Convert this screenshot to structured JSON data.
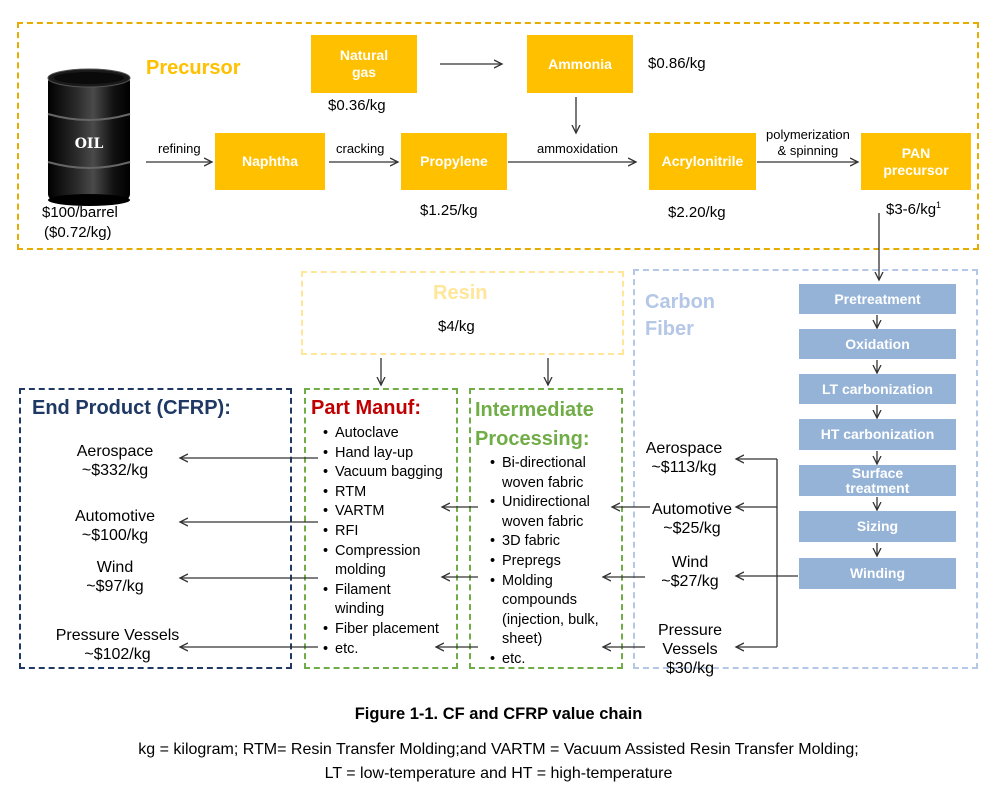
{
  "precursor": {
    "title": "Precursor",
    "oil_label": "OIL",
    "oil_price": "$100/barrel",
    "oil_price_kg": "($0.72/kg)",
    "refining": "refining",
    "naphtha": "Naphtha",
    "cracking": "cracking",
    "propylene": "Propylene",
    "propylene_price": "$1.25/kg",
    "natural_gas": "Natural gas",
    "natural_gas_price": "$0.36/kg",
    "ammonia": "Ammonia",
    "ammonia_price": "$0.86/kg",
    "ammoxidation": "ammoxidation",
    "acrylonitrile": "Acrylonitrile",
    "acrylonitrile_price": "$2.20/kg",
    "polymerization": "polymerization",
    "spinning": "& spinning",
    "pan": "PAN precursor",
    "pan_price": "$3-6/kg",
    "pan_footnote": "1"
  },
  "resin": {
    "title": "Resin",
    "price": "$4/kg"
  },
  "carbon_fiber": {
    "title_line1": "Carbon",
    "title_line2": "Fiber",
    "steps": [
      "Pretreatment",
      "Oxidation",
      "LT carbonization",
      "HT carbonization",
      "Surface treatment",
      "Sizing",
      "Winding"
    ],
    "markets": [
      {
        "name": "Aerospace",
        "price": "~$113/kg"
      },
      {
        "name": "Automotive",
        "price": "~$25/kg"
      },
      {
        "name": "Wind",
        "price": "~$27/kg"
      },
      {
        "name": "Pressure Vessels",
        "price": "$30/kg"
      }
    ]
  },
  "end_product": {
    "title": "End Product (CFRP):",
    "items": [
      {
        "name": "Aerospace",
        "price": "~$332/kg"
      },
      {
        "name": "Automotive",
        "price": "~$100/kg"
      },
      {
        "name": "Wind",
        "price": "~$97/kg"
      },
      {
        "name": "Pressure Vessels",
        "price": "~$102/kg"
      }
    ]
  },
  "part_manuf": {
    "title": "Part Manuf:",
    "items": [
      "Autoclave",
      "Hand lay-up",
      "Vacuum bagging",
      "RTM",
      "VARTM",
      "RFI",
      "Compression molding",
      "Filament winding",
      "Fiber placement",
      "etc."
    ]
  },
  "intermediate": {
    "title_line1": "Intermediate",
    "title_line2": "Processing:",
    "items": [
      "Bi-directional woven fabric",
      "Unidirectional woven fabric",
      "3D fabric",
      "Prepregs",
      "Molding compounds (injection, bulk, sheet)",
      "etc."
    ]
  },
  "caption": {
    "title": "Figure 1-1. CF and CFRP value chain",
    "note_line1": "kg = kilogram; RTM= Resin Transfer Molding;and VARTM = Vacuum Assisted Resin Transfer Molding;",
    "note_line2": "LT = low-temperature and HT = high-temperature"
  },
  "colors": {
    "precursor": "#ffc000",
    "resin": "#ffe699",
    "carbon_fiber": "#95b3d7",
    "part_manuf": "#c00000",
    "intermediate": "#70ad47",
    "end_product": "#1f3864"
  }
}
